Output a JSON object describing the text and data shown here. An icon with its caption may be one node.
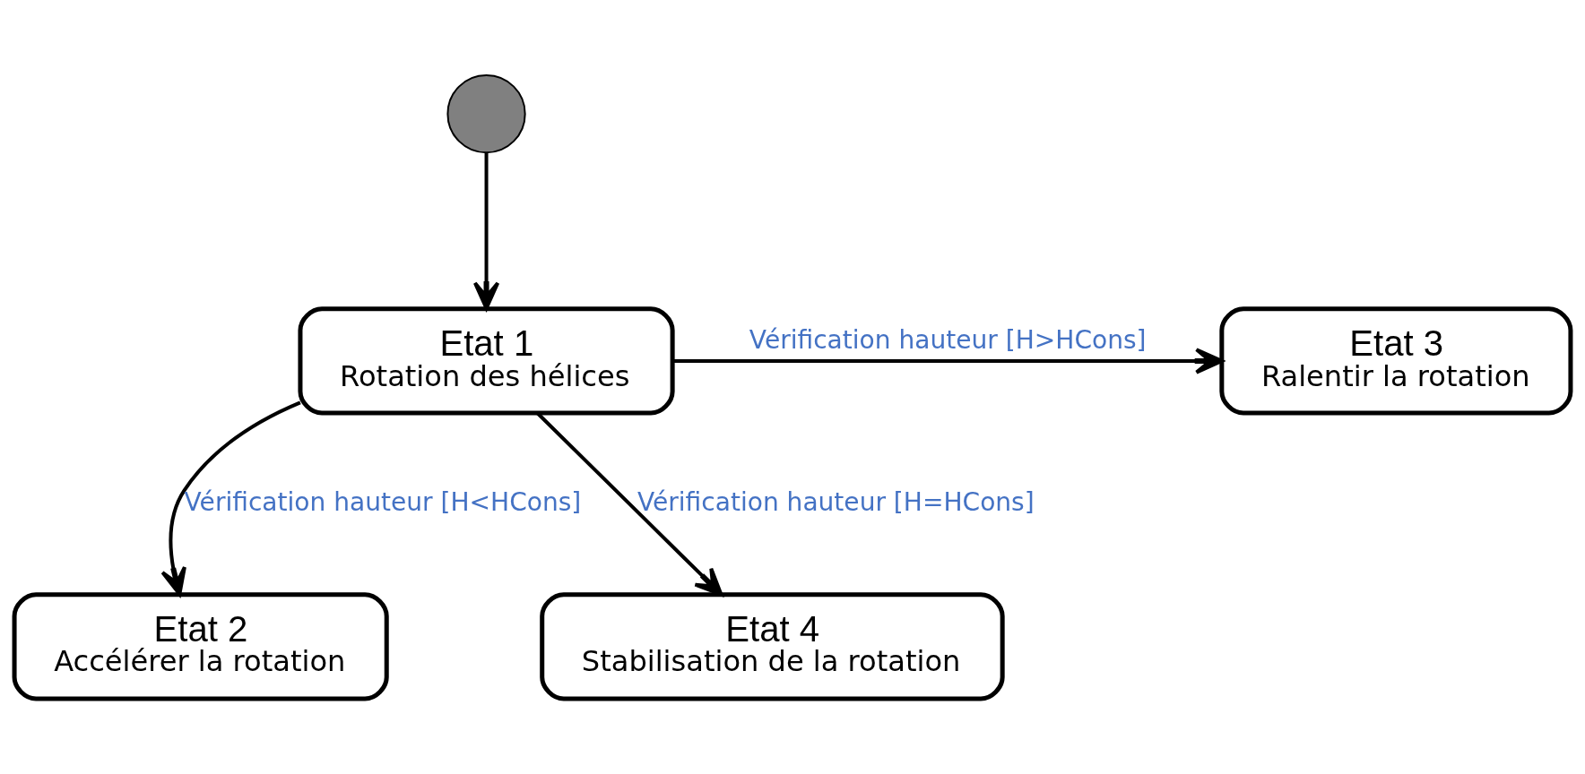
{
  "diagram": {
    "nodes": [
      {
        "text": [],
        "shape": "circle"
      },
      {
        "text": [
          "Etat 1",
          "Rotation des hélices"
        ]
      },
      {
        "text": [
          "Etat 2",
          "Accélérer la rotation"
        ]
      },
      {
        "text": [
          "Etat 3",
          "Ralentir la rotation"
        ]
      },
      {
        "text": [
          "Etat 4",
          "Stabilisation de la rotation"
        ]
      }
    ],
    "edges": [
      {
        "from": 0,
        "to": 1,
        "arrow": "to"
      },
      {
        "from": 1,
        "to": 3,
        "arrow": "to",
        "label": "Vérification hauteur [H>HCons]"
      },
      {
        "from": 1,
        "to": 2,
        "arrow": "to",
        "label": "Vérification hauteur [H<HCons]"
      },
      {
        "from": 1,
        "to": 4,
        "arrow": "to",
        "label": "Vérification hauteur [H=HCons]"
      }
    ]
  }
}
